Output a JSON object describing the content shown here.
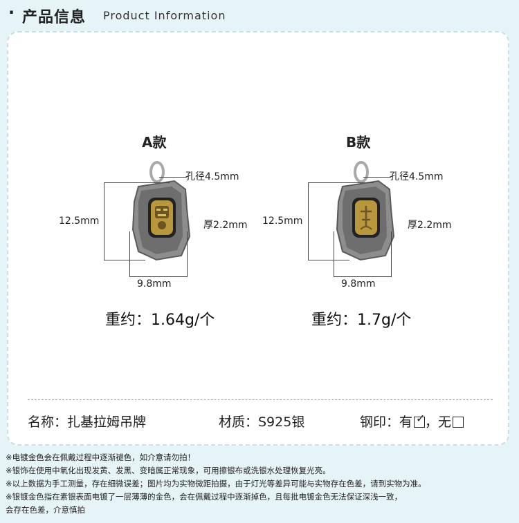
{
  "header": {
    "bullet": "·",
    "title_cn": "产品信息",
    "title_en": "Product Information"
  },
  "variants": [
    {
      "title": "A款",
      "hole": "孔径4.5mm",
      "height": "12.5mm",
      "thickness": "厚2.2mm",
      "width": "9.8mm",
      "weight": "重约：1.64g/个"
    },
    {
      "title": "B款",
      "hole": "孔径4.5mm",
      "height": "12.5mm",
      "thickness": "厚2.2mm",
      "width": "9.8mm",
      "weight": "重约：1.7g/个"
    }
  ],
  "specs": {
    "name": "名称：扎基拉姆吊牌",
    "material": "材质：S925银",
    "stamp_prefix": "钢印：有",
    "stamp_sep": "，无",
    "stamp_yes_checked": true,
    "stamp_no_checked": false,
    "check_glyph": "✓"
  },
  "notes": [
    "※电镀金色会在佩戴过程中逐渐褪色，如介意请勿拍！",
    "※银饰在使用中氧化出现发黄、发黑、变暗属正常现象，可用擦银布或洗银水处理恢复光亮。",
    "※以上数据为手工测量，存在细微误差；图片均为实物微距拍摄，由于灯光等差异可能与实物存在色差，请到实物为准。",
    "※银镀金色指在素银表面电镀了一层薄薄的金色，会在佩戴过程中逐渐掉色，且每批电镀金色无法保证深浅一致，",
    "会存在色差，介意慎拍"
  ],
  "colors": {
    "background": "#e6f4f8",
    "card": "#ffffff",
    "silver": "#9a9a9a",
    "gold": "#b8973e"
  }
}
